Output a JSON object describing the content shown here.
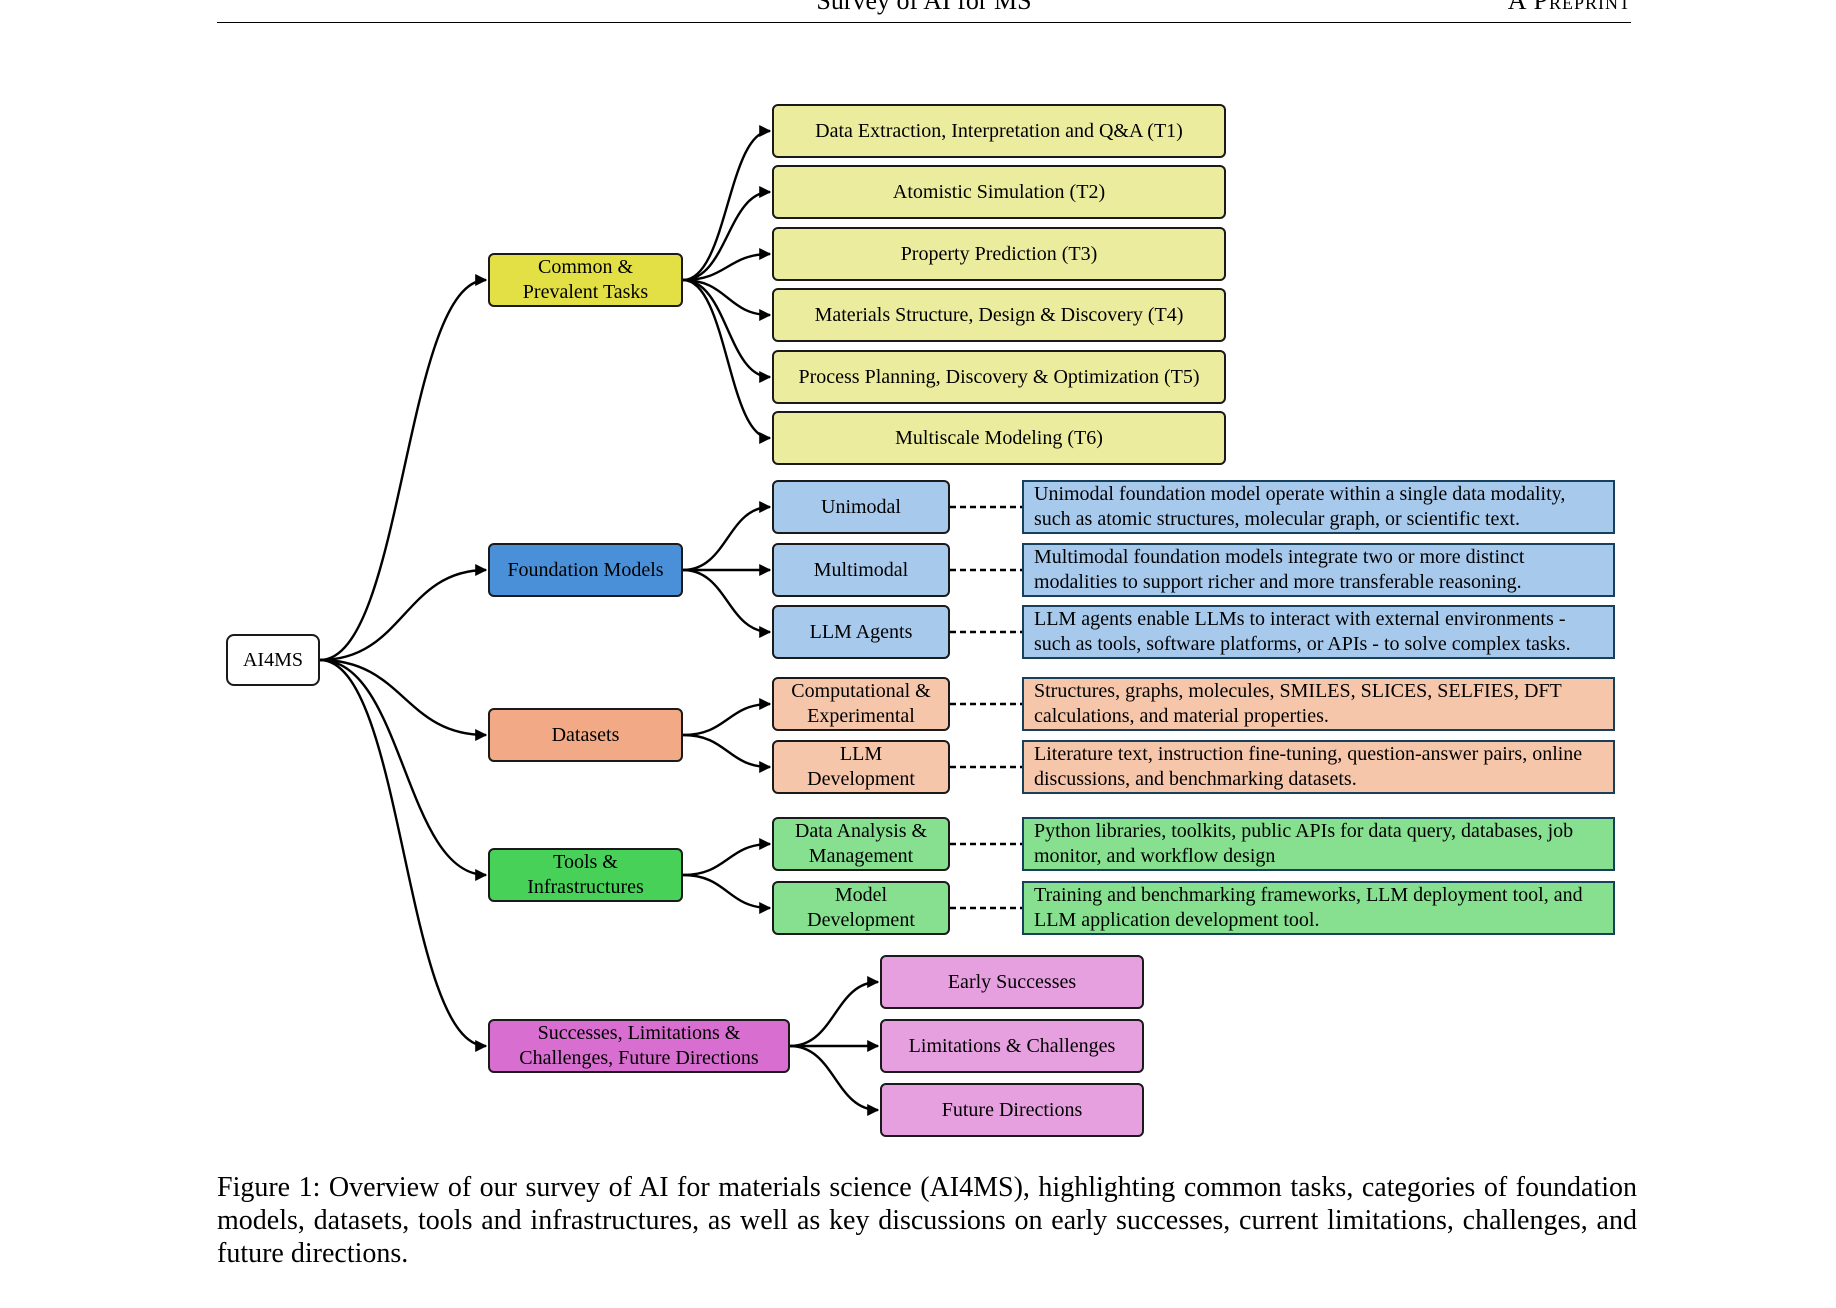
{
  "header": {
    "title": "Survey of AI for MS",
    "right": "A Preprint"
  },
  "figure": {
    "root": "AI4MS",
    "categories": [
      {
        "label": "Common & Prevalent Tasks",
        "color": "#e3e046",
        "child_color": "#ecec9f",
        "children": [
          "Data Extraction, Interpretation and Q&A (T1)",
          "Atomistic Simulation (T2)",
          "Property Prediction (T3)",
          "Materials Structure, Design & Discovery (T4)",
          "Process Planning, Discovery & Optimization (T5)",
          "Multiscale Modeling (T6)"
        ]
      },
      {
        "label": "Foundation Models",
        "color": "#4a90d9",
        "child_color": "#a7c9ec",
        "children": [
          {
            "label": "Unimodal",
            "desc": "Unimodal foundation model operate within a single data modality, such as atomic structures, molecular graph, or scientific text."
          },
          {
            "label": "Multimodal",
            "desc": "Multimodal foundation models integrate two or more distinct modalities to support richer and more transferable reasoning."
          },
          {
            "label": "LLM Agents",
            "desc": "LLM agents enable LLMs to interact with external environments - such as tools, software platforms, or APIs - to solve complex tasks."
          }
        ]
      },
      {
        "label": "Datasets",
        "color": "#f2a985",
        "child_color": "#f6c6ab",
        "children": [
          {
            "label": "Computational & Experimental",
            "desc": "Structures, graphs, molecules, SMILES, SLICES, SELFIES, DFT calculations, and material properties."
          },
          {
            "label": "LLM Development",
            "desc": "Literature text, instruction fine-tuning, question-answer pairs, online discussions, and benchmarking datasets."
          }
        ]
      },
      {
        "label": "Tools & Infrastructures",
        "color": "#48d158",
        "child_color": "#86e08f",
        "children": [
          {
            "label": "Data Analysis & Management",
            "desc": "Python libraries, toolkits, public APIs for data query, databases, job monitor, and workflow design"
          },
          {
            "label": "Model Development",
            "desc": "Training and benchmarking frameworks, LLM deployment tool, and LLM application development tool."
          }
        ]
      },
      {
        "label": "Successes, Limitations & Challenges, Future Directions",
        "color": "#d86ed0",
        "child_color": "#e6a0df",
        "children": [
          "Early Successes",
          "Limitations & Challenges",
          "Future Directions"
        ]
      }
    ]
  },
  "caption": "Figure 1: Overview of our survey of AI for materials science (AI4MS), highlighting common tasks, categories of foundation models, datasets, tools and infrastructures, as well as key discussions on early successes, current limitations, challenges, and future directions."
}
